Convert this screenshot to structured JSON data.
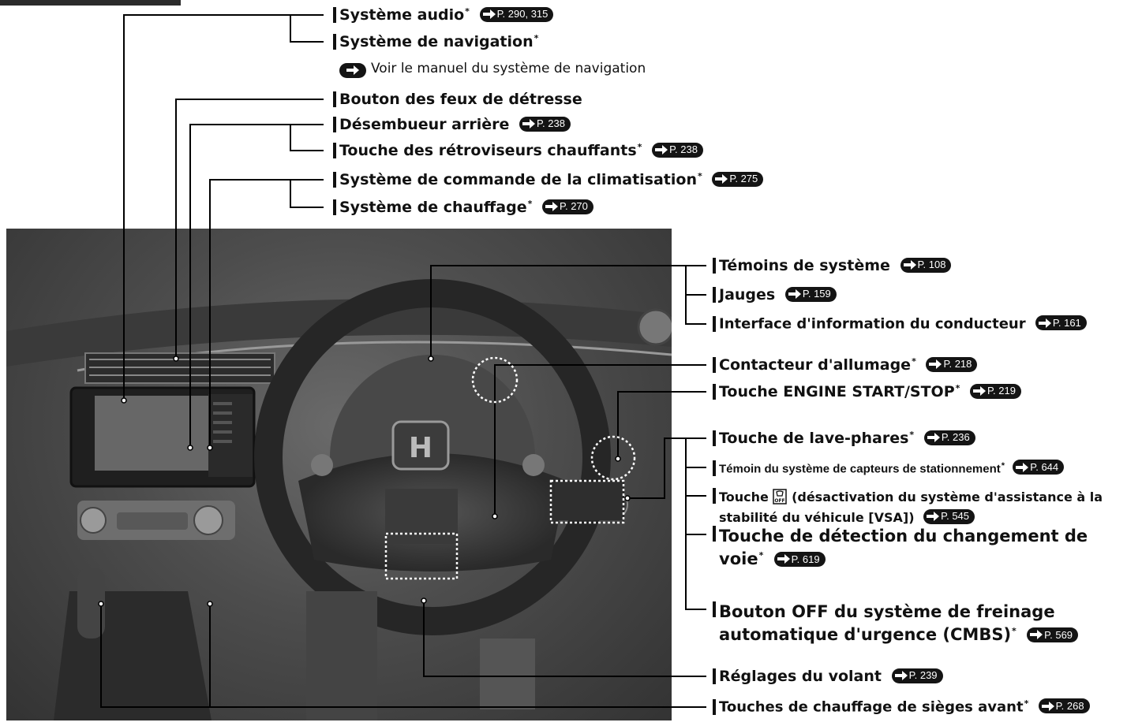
{
  "labels": {
    "audio": "Système audio",
    "audio_ref": "P. 290, 315",
    "nav": "Système de navigation",
    "nav_note": "Voir le manuel du système de navigation",
    "hazard": "Bouton des feux de détresse",
    "defog": "Désembueur arrière",
    "defog_ref": "P. 238",
    "mirrors": "Touche des rétroviseurs chauffants",
    "mirrors_ref": "P. 238",
    "climate": "Système de commande de la climatisation",
    "climate_ref": "P. 275",
    "heating": "Système de chauffage",
    "heating_ref": "P. 270",
    "indicators": "Témoins de système",
    "indicators_ref": "P. 108",
    "gauges": "Jauges",
    "gauges_ref": "P. 159",
    "driver_info": "Interface d'information du conducteur",
    "driver_info_ref": "P. 161",
    "ignition": "Contacteur d'allumage",
    "ignition_ref": "P. 218",
    "engine_start": "Touche ENGINE START/STOP",
    "engine_start_ref": "P. 219",
    "headlight_washer": "Touche de lave-phares",
    "headlight_washer_ref": "P. 236",
    "parking_sensor": "Témoin du système de capteurs de stationnement",
    "parking_sensor_ref": "P. 644",
    "vsa_prefix": "Touche",
    "vsa_rest": "(désactivation du système d'assistance à la stabilité du véhicule [VSA])",
    "vsa_ref": "P. 545",
    "lane": "Touche de détection du changement de voie",
    "lane_ref": "P. 619",
    "cmbs": "Bouton OFF du système de freinage automatique d'urgence (CMBS)",
    "cmbs_ref": "P. 569",
    "steering": "Réglages du volant",
    "steering_ref": "P. 239",
    "seat_heat": "Touches de chauffage de sièges avant",
    "seat_heat_ref": "P. 268"
  },
  "star": "*",
  "icons": {
    "arrow": "arrow-right-icon",
    "vsa": "vsa-off-icon"
  }
}
